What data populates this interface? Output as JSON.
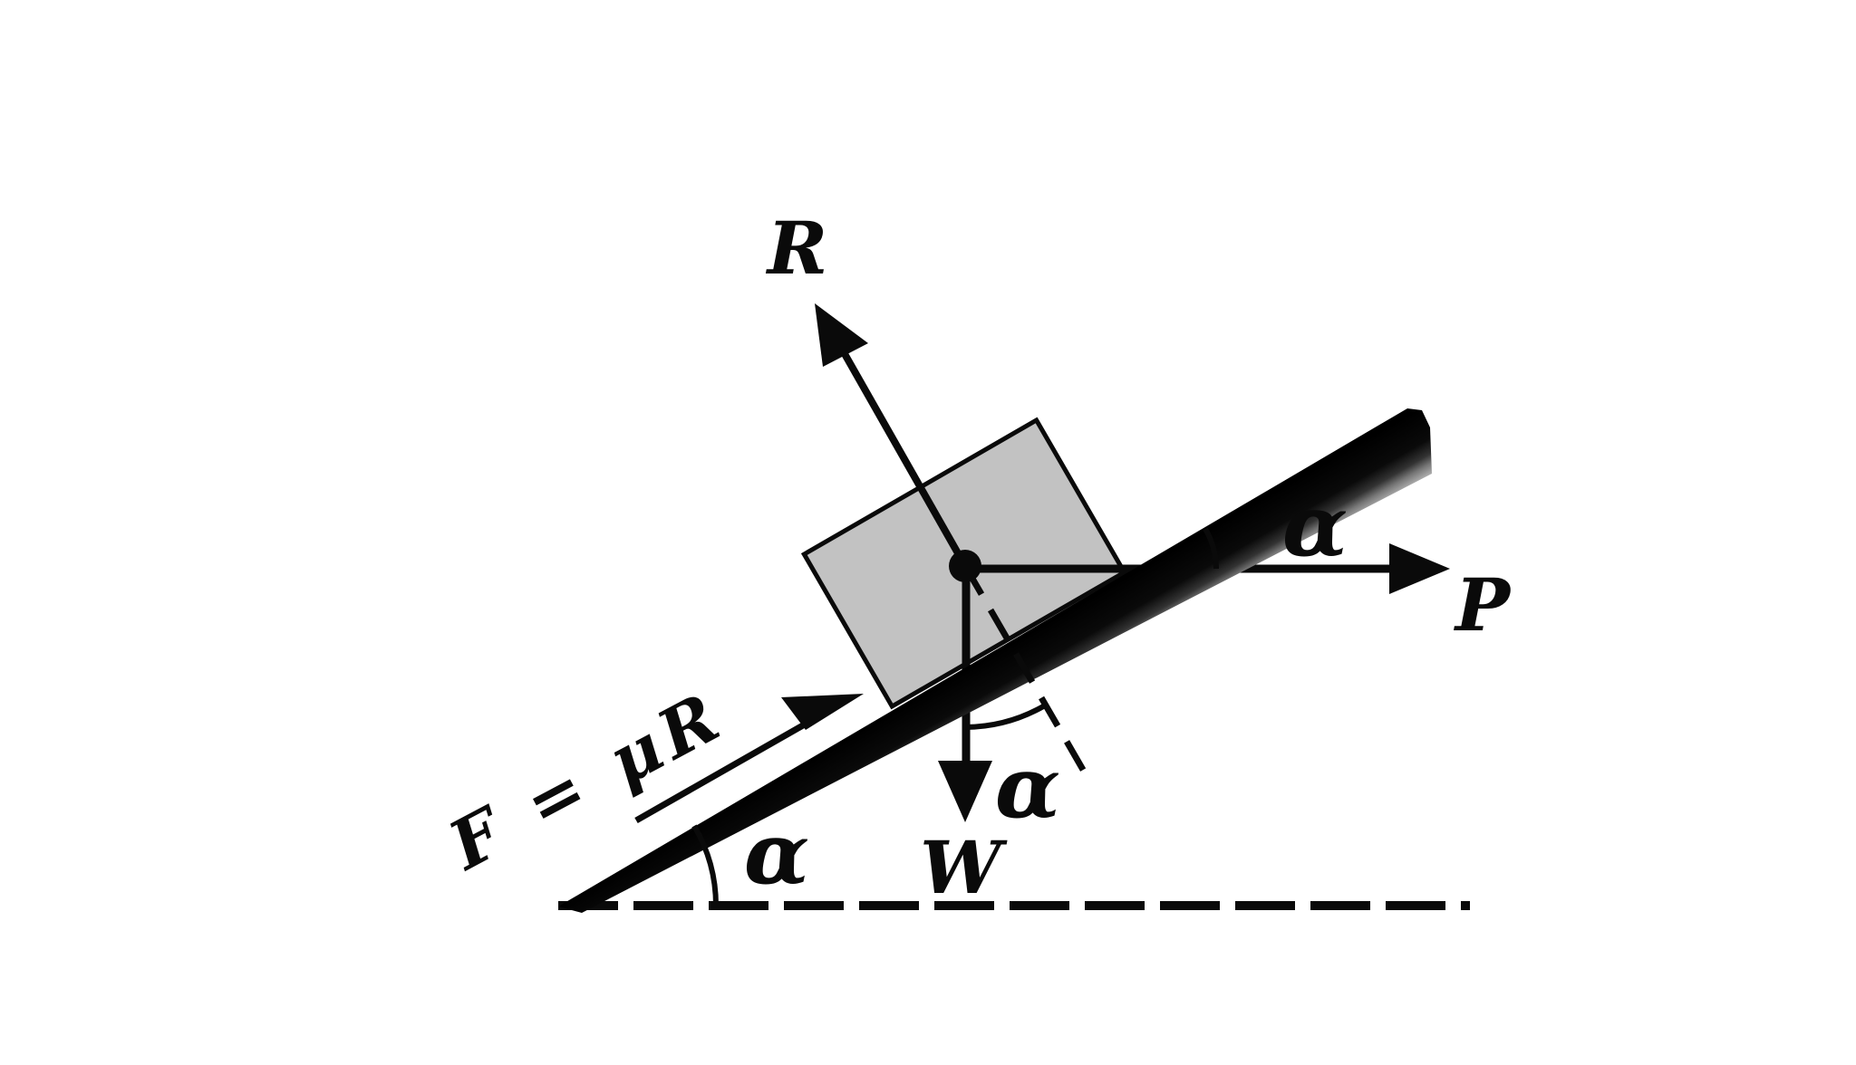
{
  "figure": {
    "type": "free-body-diagram",
    "description": "Block resting on an inclined plane with forces shown at its centre",
    "background_color": "#ffffff",
    "ink_color": "#0a0a0a",
    "block_fill_color": "#c2c2c2",
    "incline_angle_deg": 30,
    "forces": {
      "normal": {
        "label": "R"
      },
      "applied": {
        "label": "P"
      },
      "weight": {
        "label": "W"
      },
      "friction": {
        "label": "F = μR"
      }
    },
    "angles": {
      "base_alpha": "α",
      "applied_alpha": "α",
      "weight_alpha": "α"
    }
  }
}
